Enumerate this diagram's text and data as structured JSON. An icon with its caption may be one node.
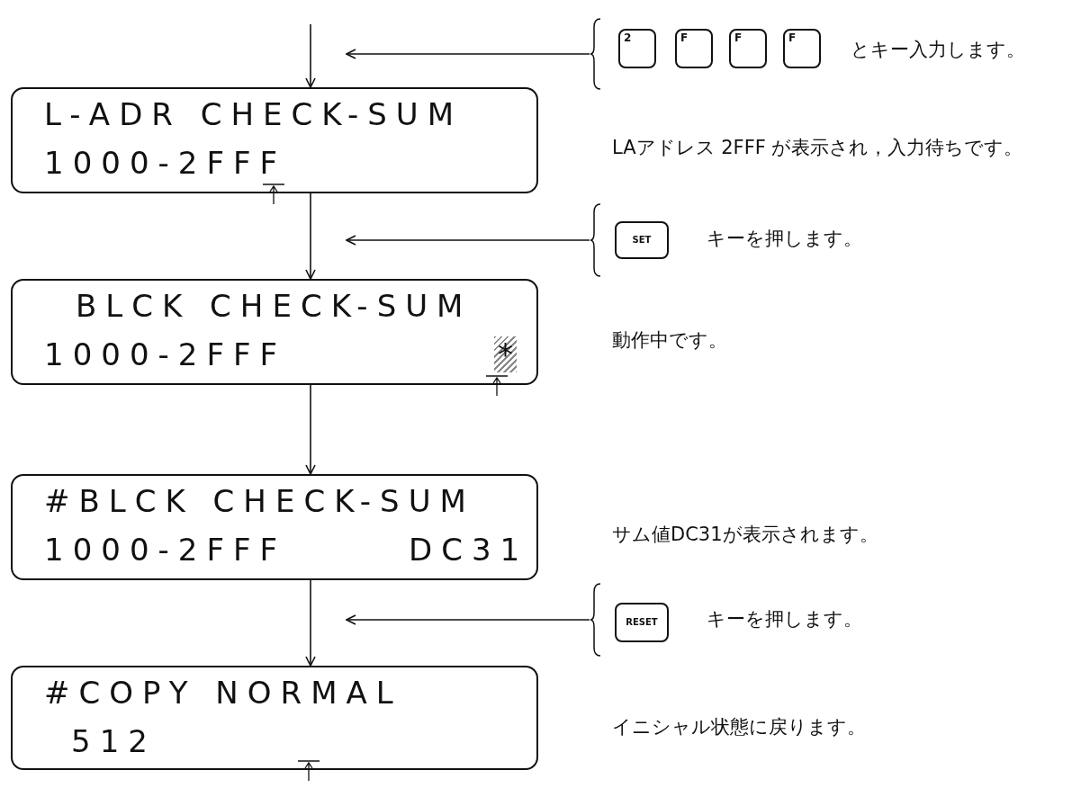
{
  "diagram": {
    "nodes": [
      {
        "text": [
          "L-ADR CHECK-SUM",
          "1000-2FFF"
        ],
        "beside": [
          "LAアドレス 2FFF が表示され，入力待ちです。"
        ]
      },
      {
        "text": [
          "BLCK CHECK-SUM",
          "1000-2FFF",
          "*"
        ],
        "beside": [
          "動作中です。"
        ]
      },
      {
        "text": [
          "#BLCK CHECK-SUM",
          "1000-2FFF",
          "DC31"
        ],
        "beside": [
          "サム値DC31が表示されます。"
        ]
      },
      {
        "text": [
          "#COPY NORMAL",
          "512"
        ],
        "beside": [
          "イニシャル状態に戻ります。"
        ]
      },
      {
        "text": [
          "とキー入力します。"
        ]
      },
      {
        "text": [
          "2"
        ],
        "in": 4
      },
      {
        "text": [
          "F"
        ],
        "in": 4
      },
      {
        "text": [
          "F"
        ],
        "in": 4
      },
      {
        "text": [
          "F"
        ],
        "in": 4
      },
      {
        "text": [
          "キーを押します。"
        ]
      },
      {
        "text": [
          "SET"
        ],
        "in": 9
      },
      {
        "text": [
          "キーを押します。"
        ]
      },
      {
        "text": [
          "RESET"
        ],
        "in": 11
      }
    ],
    "edges": [
      {
        "from": null,
        "to": 0,
        "arrow": "to"
      },
      {
        "from": 0,
        "to": 1,
        "arrow": "to"
      },
      {
        "from": 1,
        "to": 2,
        "arrow": "to"
      },
      {
        "from": 2,
        "to": 3,
        "arrow": "to"
      },
      {
        "from": 4,
        "to": null,
        "arrow": "to"
      },
      {
        "from": 9,
        "to": null,
        "arrow": "to"
      },
      {
        "from": 11,
        "to": null,
        "arrow": "to"
      }
    ]
  }
}
